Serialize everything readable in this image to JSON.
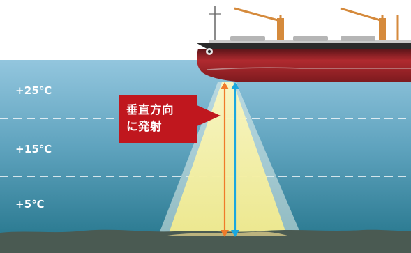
{
  "layers": [
    {
      "temperature_label": "+25℃"
    },
    {
      "temperature_label": "+15℃"
    },
    {
      "temperature_label": "+5℃"
    }
  ],
  "callout": {
    "line1": "垂直方向",
    "line2": "に発射"
  },
  "colors": {
    "water_top": "#8fc3dc",
    "water_bottom": "#2f7f96",
    "seabed": "#4a5a52",
    "hull_red": "#b0282d",
    "callout_red": "#c0171e",
    "beam_yellow": "#f3ee96",
    "arrow_orange": "#f07a2a",
    "arrow_blue": "#1aa8e0"
  }
}
